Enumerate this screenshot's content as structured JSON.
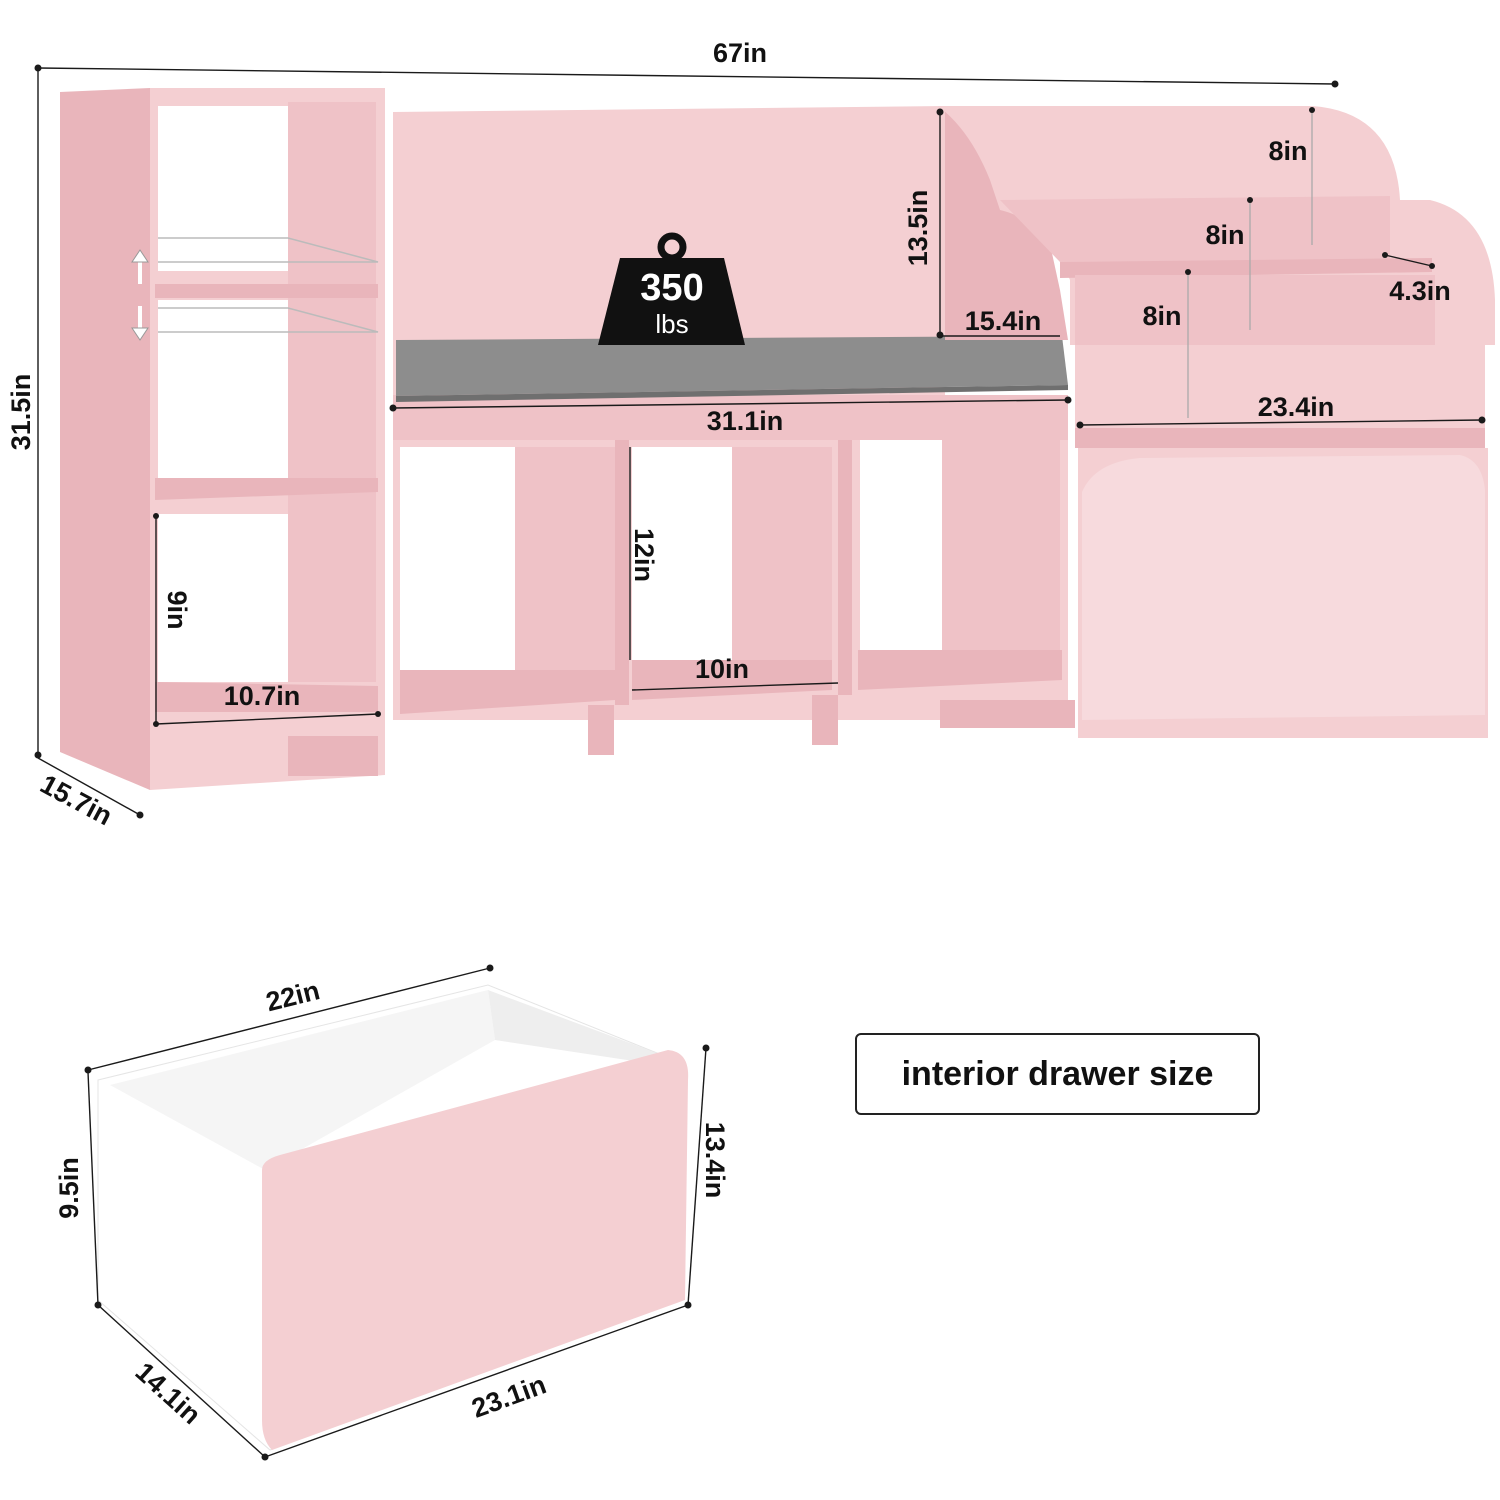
{
  "dimensions": {
    "overall_width": "67in",
    "overall_height": "31.5in",
    "overall_depth": "15.7in",
    "book_rack_top_gap": "8in",
    "book_rack_mid_gap": "8in",
    "book_rack_low_gap": "8in",
    "book_rack_depth": "4.3in",
    "bench_back_height": "13.5in",
    "bench_seat_depth": "15.4in",
    "bench_seat_width": "31.1in",
    "book_rack_width": "23.4in",
    "cube_height": "12in",
    "cube_width": "10in",
    "side_shelf_height": "9in",
    "side_shelf_width": "10.7in",
    "weight_capacity_value": "350",
    "weight_capacity_unit": "lbs",
    "drawer_top_width": "22in",
    "drawer_inner_height": "9.5in",
    "drawer_front_height": "13.4in",
    "drawer_depth": "14.1in",
    "drawer_bottom_width": "23.1in"
  },
  "caption": "interior drawer size",
  "colors": {
    "furniture_pink": "#f4cfd2",
    "cushion_gray": "#8d8d8d",
    "weight_badge": "#111111"
  }
}
